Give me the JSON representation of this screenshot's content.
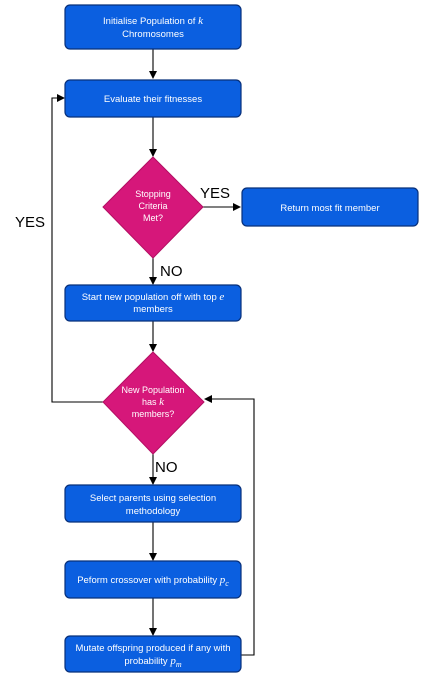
{
  "nodes": {
    "init": {
      "line1": "Initialise Population of ",
      "var": "k",
      "line2": "Chromosomes"
    },
    "evaluate": {
      "label": "Evaluate their fitnesses"
    },
    "stopping": {
      "line1": "Stopping",
      "line2": "Criteria",
      "line3": "Met?"
    },
    "return_fit": {
      "label": "Return most fit member"
    },
    "new_pop": {
      "line1": "Start new population off with top ",
      "var": "e",
      "line2": "members"
    },
    "has_k": {
      "line1": "New Population",
      "line2": "has ",
      "var": "k",
      "line3": "members?"
    },
    "select": {
      "line1": "Select parents using selection",
      "line2": "methodology"
    },
    "crossover": {
      "label": "Peform crossover with probability ",
      "var": "p",
      "sub": "c"
    },
    "mutate": {
      "line1": "Mutate offspring produced if any with",
      "line2": "probability ",
      "var": "p",
      "sub": "m"
    }
  },
  "edge_labels": {
    "stop_yes": "YES",
    "stop_no": "NO",
    "has_k_yes": "YES",
    "has_k_no": "NO"
  },
  "colors": {
    "process_fill": "#0b5fe0",
    "process_stroke": "#08307a",
    "decision_fill": "#d6177a",
    "edge": "#000000"
  }
}
